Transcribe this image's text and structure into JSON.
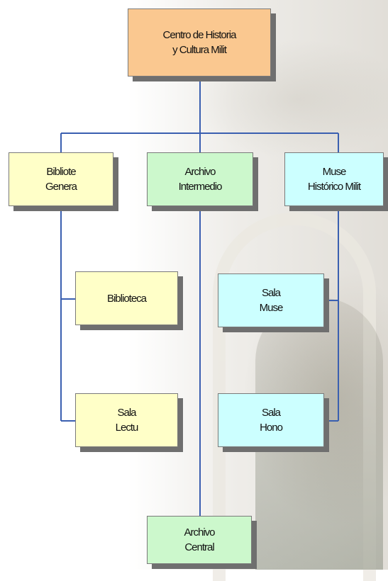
{
  "org_chart": {
    "root": {
      "label": "Centro de Historia\ny Cultura Milit"
    },
    "branches": [
      {
        "label": "Bibliote\nGenera",
        "children": [
          {
            "label": "Biblioteca"
          },
          {
            "label": "Sala\nLectu"
          }
        ]
      },
      {
        "label": "Archivo\nIntermedio",
        "children": [
          {
            "label": "Archivo\nCentral"
          }
        ]
      },
      {
        "label": "Muse\nHistórico Milit",
        "children": [
          {
            "label": "Sala\nMuse"
          },
          {
            "label": "Sala\nHono"
          }
        ]
      }
    ]
  },
  "colors": {
    "root": "#fac890",
    "biblioteca": "#ffffc8",
    "archivo": "#ccf8cc",
    "museo": "#ccffff",
    "connector": "#3a5fb0"
  }
}
